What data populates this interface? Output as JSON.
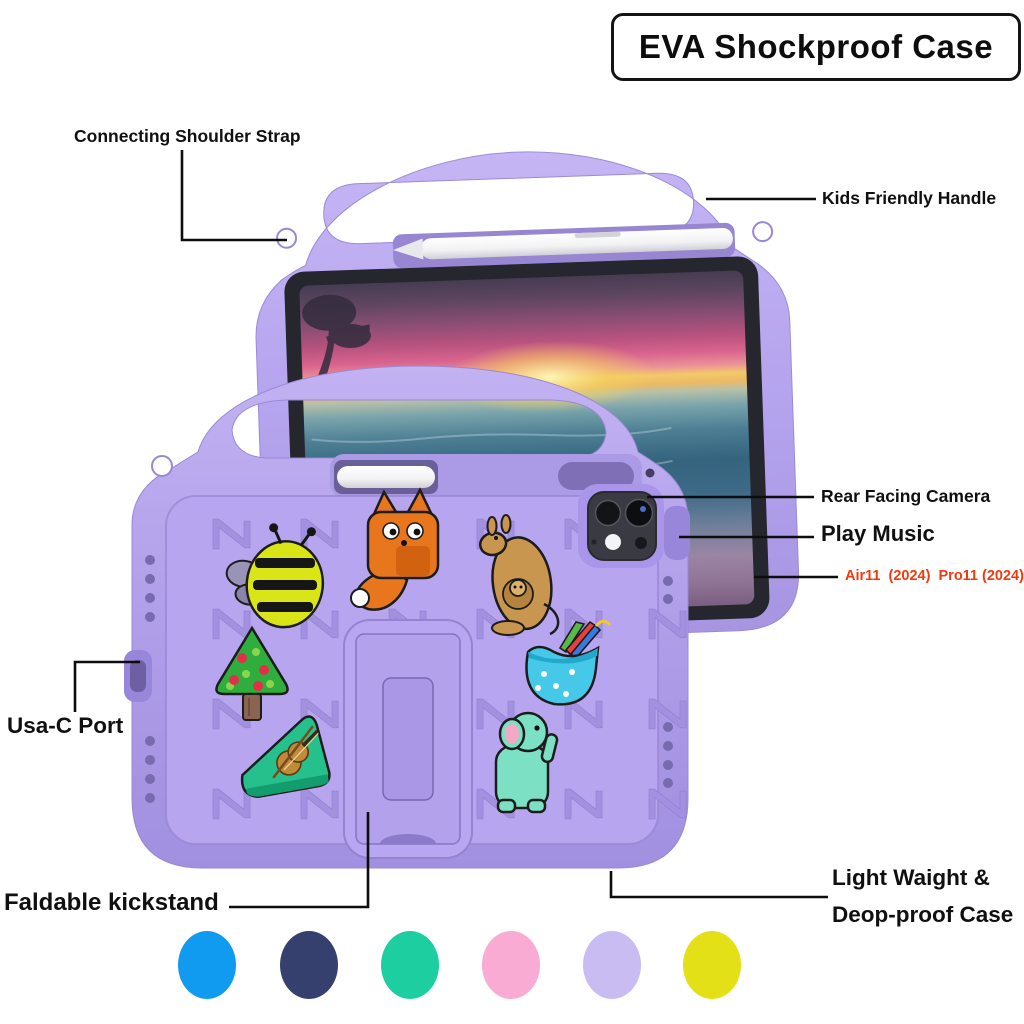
{
  "title": "EVA Shockproof Case",
  "annotations": {
    "shoulder_strap": "Connecting Shoulder Strap",
    "handle": "Kids Friendly Handle",
    "camera": "Rear Facing Camera",
    "music": "Play Music",
    "compatibility": "Air11  (2024)  Pro11 (2024)",
    "usb_port": "Usa-C Port",
    "kickstand": "Faldable kickstand",
    "light_line1": "Light Waight &",
    "light_line2": "Deop-proof Case"
  },
  "compat_color": "#f2390e",
  "case": {
    "color": "#b3a1ec",
    "pattern_letter": "Z",
    "charms": [
      "bee",
      "fox",
      "kangaroo",
      "christmas-tree",
      "violin",
      "umbrella-cup",
      "elephant"
    ]
  },
  "swatches": [
    {
      "name": "blue",
      "hex": "#119BF0"
    },
    {
      "name": "navy",
      "hex": "#35406F"
    },
    {
      "name": "green",
      "hex": "#1DCEA1"
    },
    {
      "name": "pink",
      "hex": "#F9ABD3"
    },
    {
      "name": "lavender",
      "hex": "#C9BCF2"
    },
    {
      "name": "yellow",
      "hex": "#E4E018"
    }
  ]
}
